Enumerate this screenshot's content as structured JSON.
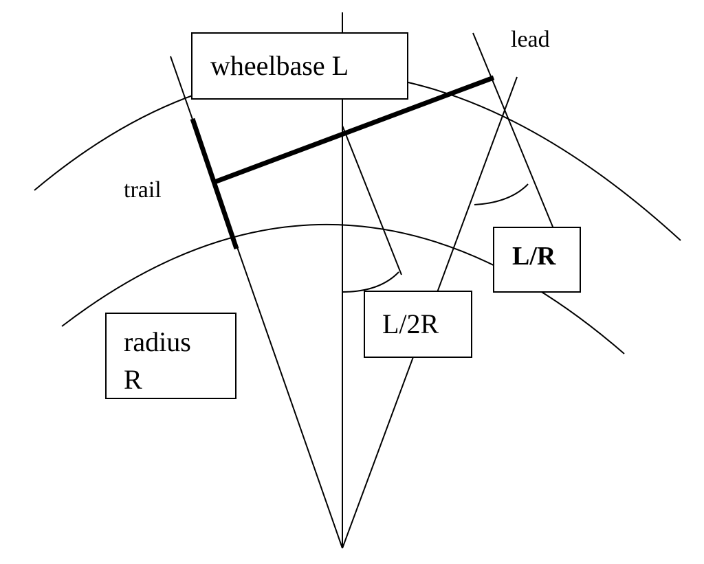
{
  "labels": {
    "wheelbase": "wheelbase L",
    "lead": "lead",
    "trail": "trail",
    "l_over_r": "L/R",
    "l_over_2r": "L/2R",
    "radius_line1": "radius",
    "radius_line2": "R"
  }
}
